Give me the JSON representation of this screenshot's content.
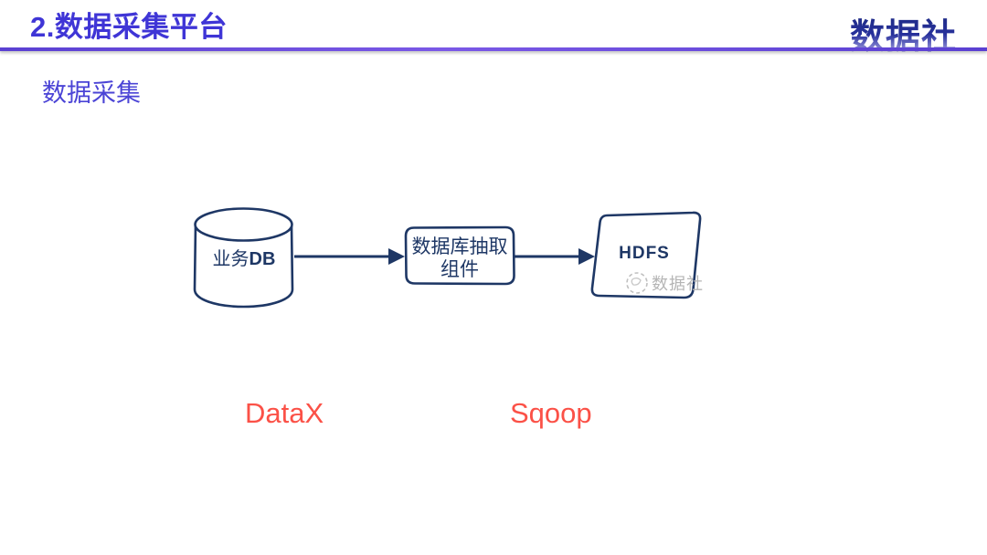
{
  "header": {
    "title": "2.数据采集平台",
    "brand": "数据社",
    "title_color": "#3f35d6",
    "divider_color": "#6a4ce0",
    "brand_color_top": "#1c2a7e"
  },
  "section_label": "数据采集",
  "diagram": {
    "stroke_color": "#1e3765",
    "db_node": {
      "shape": "cylinder",
      "label_cn": "业务",
      "label_en": "DB"
    },
    "extract_node": {
      "shape": "rounded-rect",
      "line1": "数据库抽取",
      "line2": "组件"
    },
    "hdfs_node": {
      "shape": "parallelogram",
      "label": "HDFS"
    },
    "watermark": {
      "icon": "dashed-circle-logo",
      "text": "数据社",
      "color": "#b5b5b5"
    }
  },
  "tools": {
    "datax": "DataX",
    "sqoop": "Sqoop",
    "color": "#fb5147"
  }
}
